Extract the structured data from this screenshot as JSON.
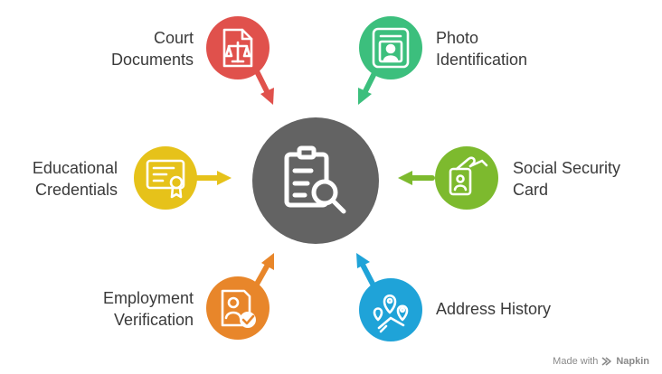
{
  "center": {
    "color": "#636363",
    "icon": "clipboard-search-icon"
  },
  "nodes": [
    {
      "id": "court",
      "lines": [
        "Court",
        "Documents"
      ],
      "color": "#e0514c",
      "icon": "legal-document-scales-icon"
    },
    {
      "id": "photo",
      "lines": [
        "Photo",
        "Identification"
      ],
      "color": "#3cbf7d",
      "icon": "photo-id-card-icon"
    },
    {
      "id": "ssc",
      "lines": [
        "Social Security",
        "Card"
      ],
      "color": "#7dba2e",
      "icon": "id-card-hand-icon"
    },
    {
      "id": "address",
      "lines": [
        "Address History"
      ],
      "color": "#1fa3d8",
      "icon": "map-location-pins-icon"
    },
    {
      "id": "employment",
      "lines": [
        "Employment",
        "Verification"
      ],
      "color": "#e8862a",
      "icon": "verified-profile-icon"
    },
    {
      "id": "education",
      "lines": [
        "Educational",
        "Credentials"
      ],
      "color": "#e6c21a",
      "icon": "certificate-icon"
    }
  ],
  "watermark": {
    "prefix": "Made with",
    "brand": "Napkin",
    "icon": "napkin-logo-icon"
  }
}
